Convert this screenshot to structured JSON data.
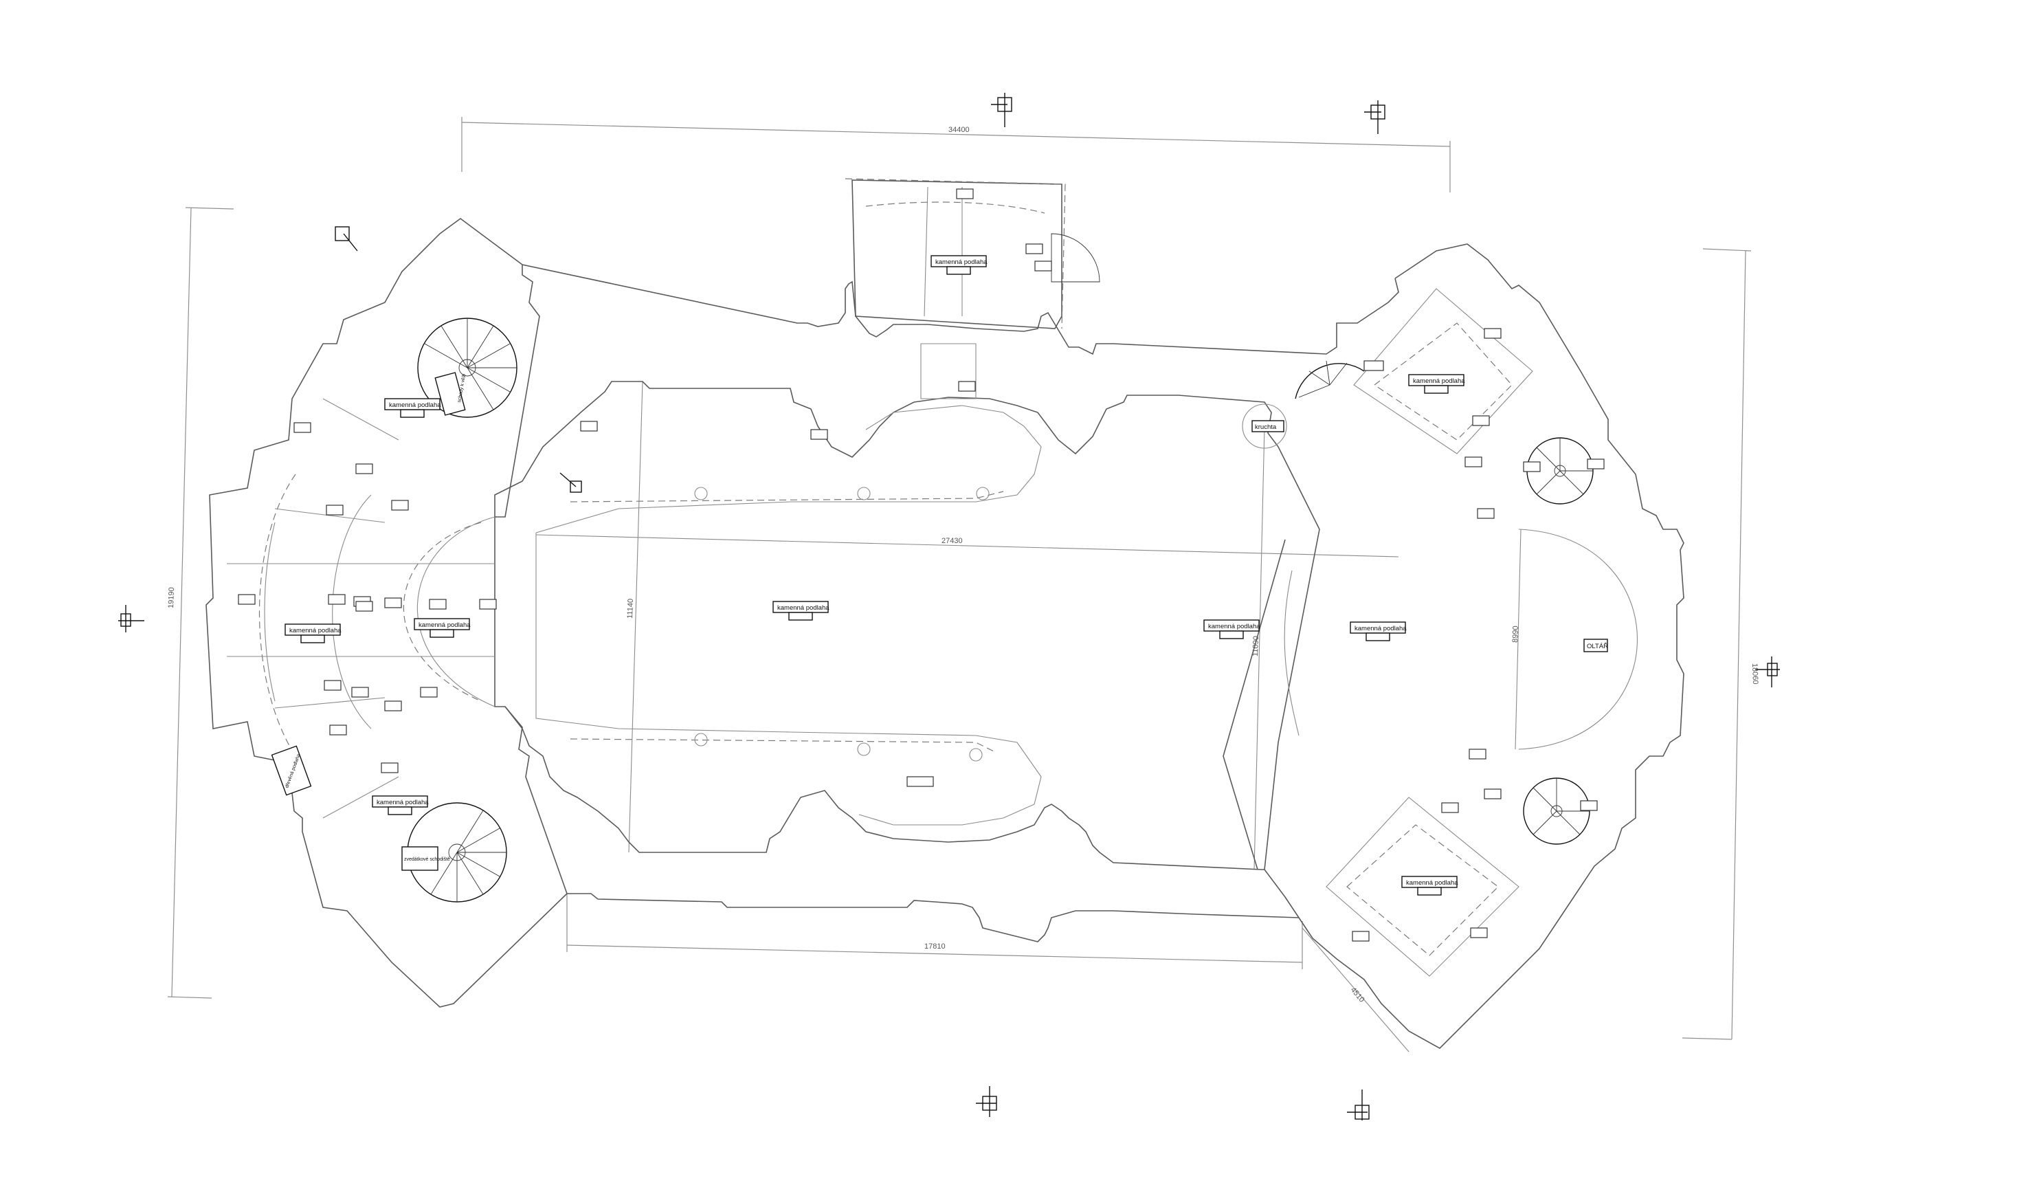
{
  "drawing": {
    "rooms": [
      {
        "id": "nave",
        "text": "kamenná podlaha"
      },
      {
        "id": "presbytery",
        "text": "kamenná podlaha"
      },
      {
        "id": "apse",
        "text": "kamenná podlaha"
      },
      {
        "id": "west-mid",
        "text": "kamenná podlaha"
      },
      {
        "id": "west-centre",
        "text": "kamenná podlaha"
      },
      {
        "id": "west-upper",
        "text": "kamenná podlaha"
      },
      {
        "id": "west-lower",
        "text": "kamenná podlaha"
      },
      {
        "id": "south-porch",
        "text": "kamenná podlaha"
      },
      {
        "id": "ne-sacristy",
        "text": "kamenná podlaha"
      },
      {
        "id": "se-sacristy",
        "text": "kamenná podlaha"
      }
    ],
    "labels": {
      "altar": "OLTÁŘ",
      "kruchta": "kruchta",
      "stair_sw": "zvedátkové schodiště",
      "stair_nw": "schody k věži",
      "west_room": "dřevěná podlaha"
    },
    "dimensions": {
      "top": "34400",
      "bottom": "17810",
      "left": "19190",
      "right": "18060",
      "nave_axis": "27430",
      "nave_width": "11140",
      "presbytery_width": "11090",
      "apse_width": "8990",
      "diag": "4510"
    }
  }
}
